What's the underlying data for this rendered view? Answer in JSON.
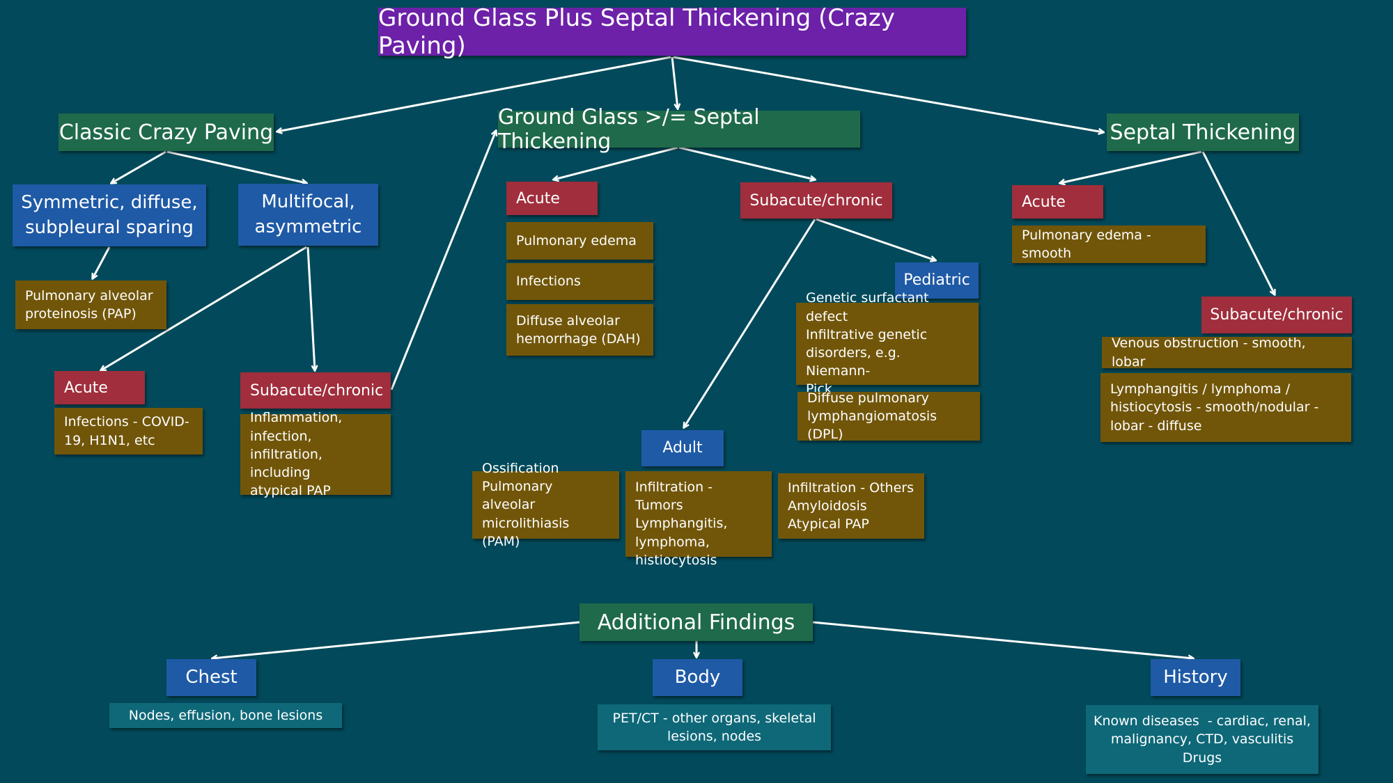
{
  "diagram": {
    "title": "Ground Glass Plus Septal Thickening (Crazy Paving)",
    "classic": {
      "label": "Classic Crazy Paving",
      "symmetric": {
        "label": "Symmetric, diffuse, subpleural sparing",
        "finding_lines": [
          "Pulmonary alveolar",
          "proteinosis (PAP)"
        ]
      },
      "multifocal": {
        "label": "Multifocal, asymmetric",
        "acute": {
          "label": "Acute",
          "finding_lines": [
            "Infections - COVID-",
            "19, H1N1, etc"
          ]
        },
        "subacute": {
          "label": "Subacute/chronic",
          "finding_lines": [
            "Inflammation,",
            "infection,",
            "infiltration, including",
            "atypical PAP"
          ]
        }
      }
    },
    "ggo": {
      "label": "Ground Glass >/= Septal Thickening",
      "acute": {
        "label": "Acute",
        "findings": [
          {
            "lines": [
              "Pulmonary edema"
            ]
          },
          {
            "lines": [
              "Infections"
            ]
          },
          {
            "lines": [
              "Diffuse alveolar",
              "hemorrhage (DAH)"
            ]
          }
        ]
      },
      "subacute": {
        "label": "Subacute/chronic",
        "pediatric": {
          "label": "Pediatric",
          "findings": [
            {
              "lines": [
                "Genetic surfactant defect",
                "Infiltrative genetic",
                "disorders, e.g. Niemann-",
                "Pick"
              ]
            },
            {
              "lines": [
                "Diffuse pulmonary",
                "lymphangiomatosis (DPL)"
              ]
            }
          ]
        },
        "adult": {
          "label": "Adult",
          "findings": [
            {
              "lines": [
                "Ossification",
                "Pulmonary alveolar",
                "microlithiasis (PAM)"
              ]
            },
            {
              "lines": [
                "Infiltration - Tumors",
                "Lymphangitis,",
                "lymphoma,",
                "histiocytosis"
              ]
            },
            {
              "lines": [
                "Infiltration - Others",
                "Amyloidosis",
                "Atypical PAP"
              ]
            }
          ]
        }
      }
    },
    "septal": {
      "label": "Septal Thickening",
      "acute": {
        "label": "Acute",
        "finding_lines": [
          "Pulmonary edema - smooth"
        ]
      },
      "subacute": {
        "label": "Subacute/chronic",
        "findings": [
          {
            "lines": [
              "Venous obstruction - smooth, lobar"
            ]
          },
          {
            "lines": [
              "Lymphangitis / lymphoma /",
              "histiocytosis - smooth/nodular -",
              "lobar - diffuse"
            ]
          }
        ]
      }
    },
    "additional": {
      "label": "Additional Findings",
      "chest": {
        "label": "Chest",
        "finding_lines": [
          "Nodes, effusion, bone lesions"
        ]
      },
      "body": {
        "label": "Body",
        "finding_lines": [
          "PET/CT - other organs, skeletal",
          "lesions, nodes"
        ]
      },
      "history": {
        "label": "History",
        "finding_lines": [
          "Known diseases  - cardiac, renal,",
          "malignancy, CTD, vasculitis",
          "Drugs"
        ]
      }
    }
  },
  "colors": {
    "background": "#024a5b",
    "title": "#6c21a8",
    "category": "#1f6a4b",
    "subcategory": "#1f5aa6",
    "timing": "#a02e3c",
    "finding": "#71560a",
    "additional_finding": "#0e6878",
    "arrow": "#ffffff"
  }
}
